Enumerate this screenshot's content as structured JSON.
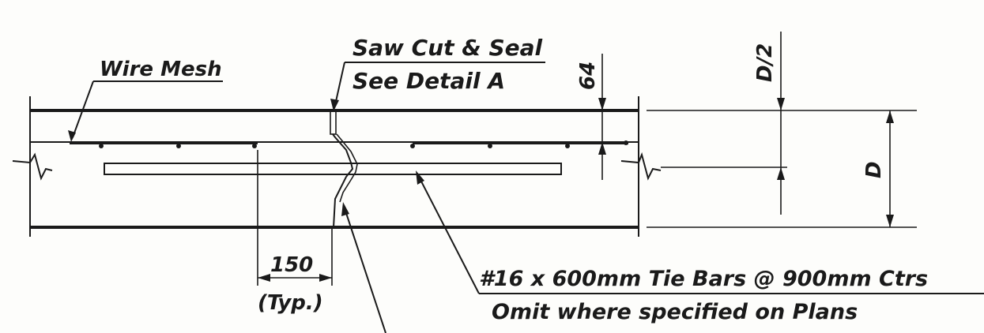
{
  "labels": {
    "wire_mesh": "Wire Mesh",
    "saw_cut_line1": "Saw Cut & Seal",
    "saw_cut_line2": "See Detail A",
    "dim_64": "64",
    "dim_half_depth": "D/2",
    "dim_depth": "D",
    "dim_150": "150",
    "dim_typ": "(Typ.)",
    "tie_bars_line1": "#16 x 600mm Tie Bars @ 900mm Ctrs",
    "tie_bars_line2": "Omit where specified on Plans"
  },
  "colors": {
    "ink": "#1a1a1a",
    "paper": "#fdfdfb"
  }
}
